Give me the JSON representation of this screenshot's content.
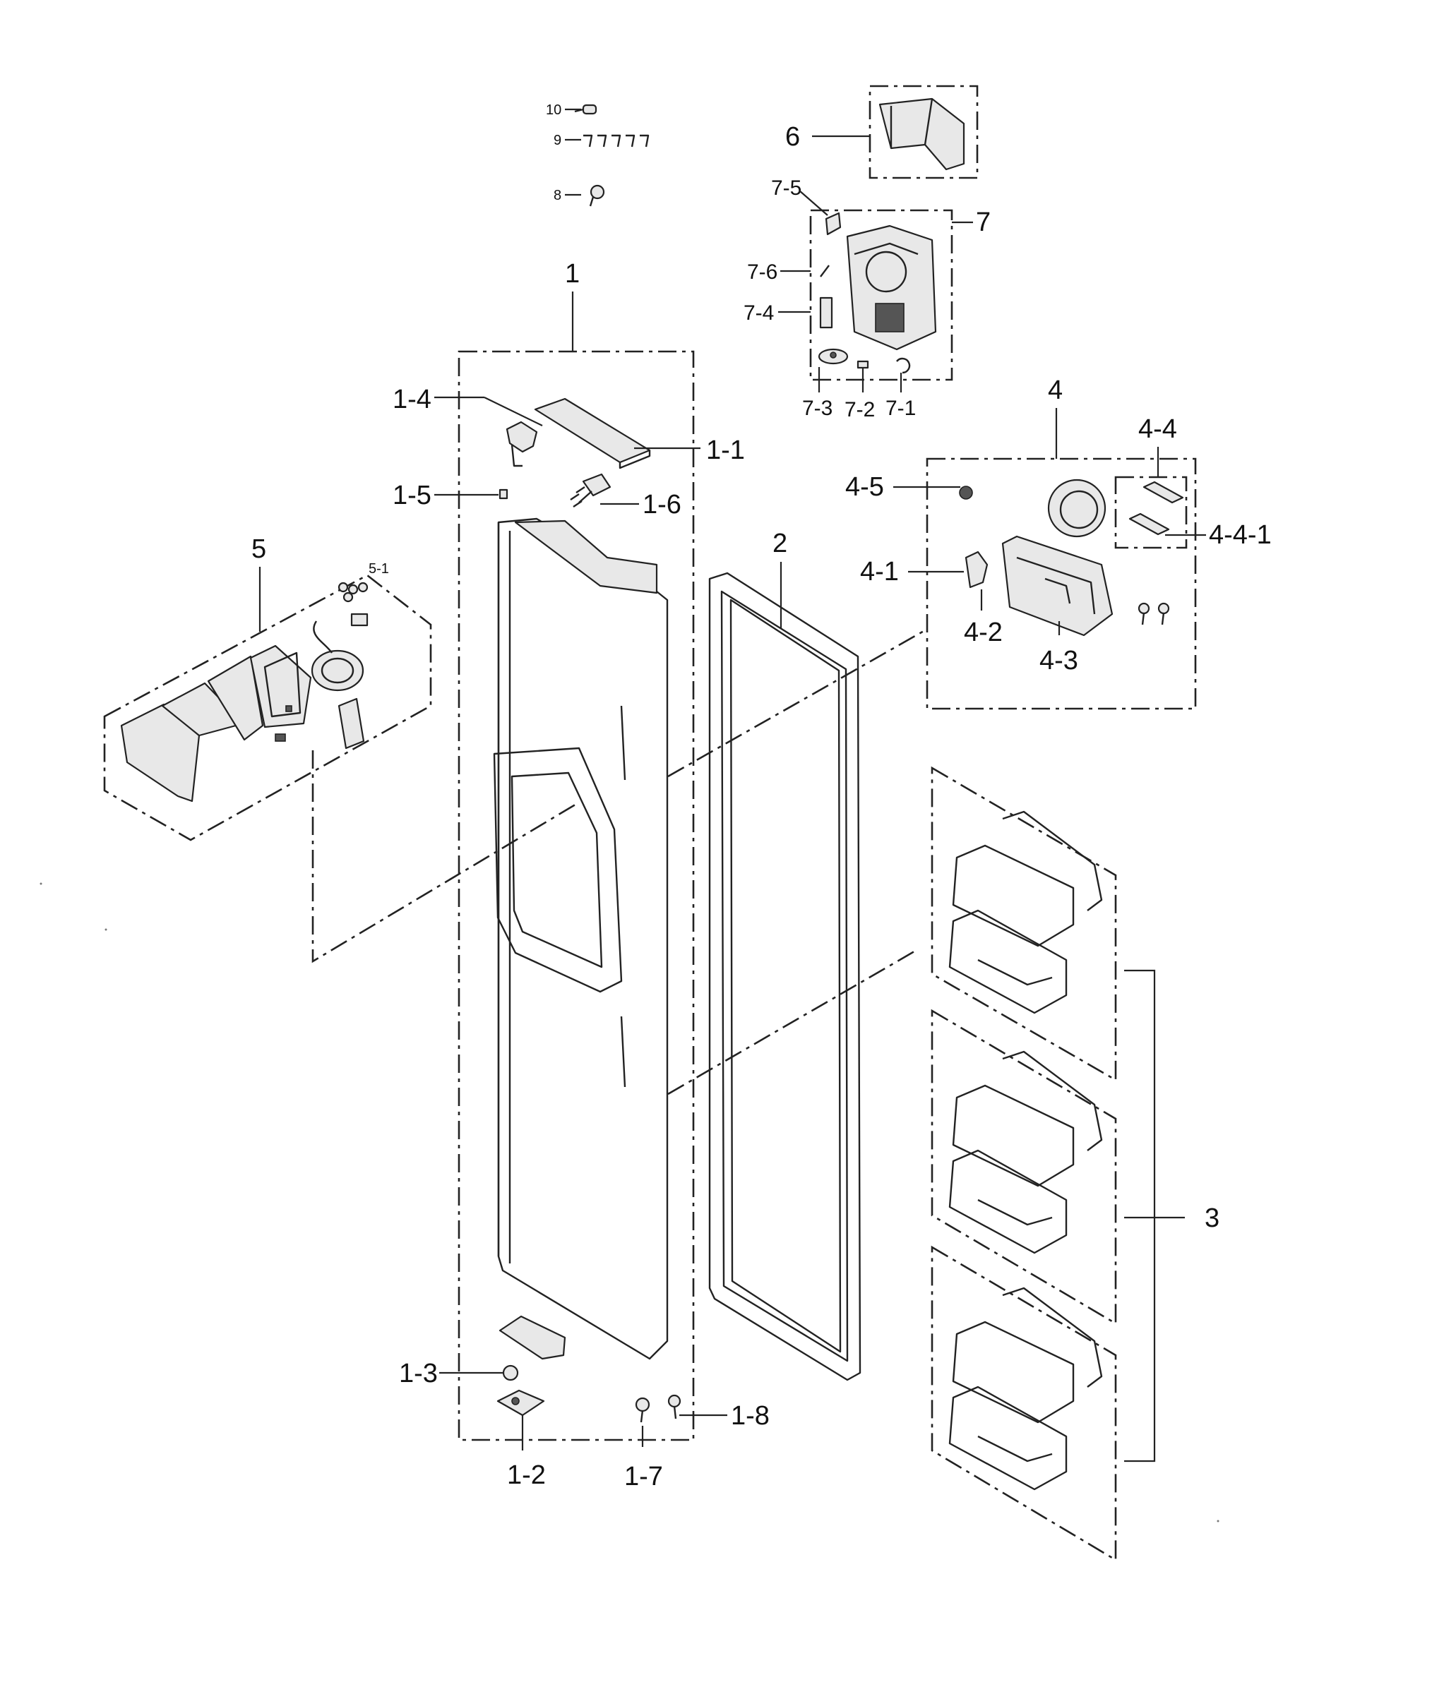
{
  "diagram": {
    "callouts": {
      "c1": "1",
      "c1_1": "1-1",
      "c1_2": "1-2",
      "c1_3": "1-3",
      "c1_4": "1-4",
      "c1_5": "1-5",
      "c1_6": "1-6",
      "c1_7": "1-7",
      "c1_8": "1-8",
      "c2": "2",
      "c3": "3",
      "c4": "4",
      "c4_1": "4-1",
      "c4_2": "4-2",
      "c4_3": "4-3",
      "c4_4": "4-4",
      "c4_4_1": "4-4-1",
      "c4_5": "4-5",
      "c5": "5",
      "c5_1": "5-1",
      "c6": "6",
      "c7": "7",
      "c7_1": "7-1",
      "c7_2": "7-2",
      "c7_3": "7-3",
      "c7_4": "7-4",
      "c7_5": "7-5",
      "c7_6": "7-6",
      "c8": "8",
      "c9": "9",
      "c10": "10"
    }
  }
}
